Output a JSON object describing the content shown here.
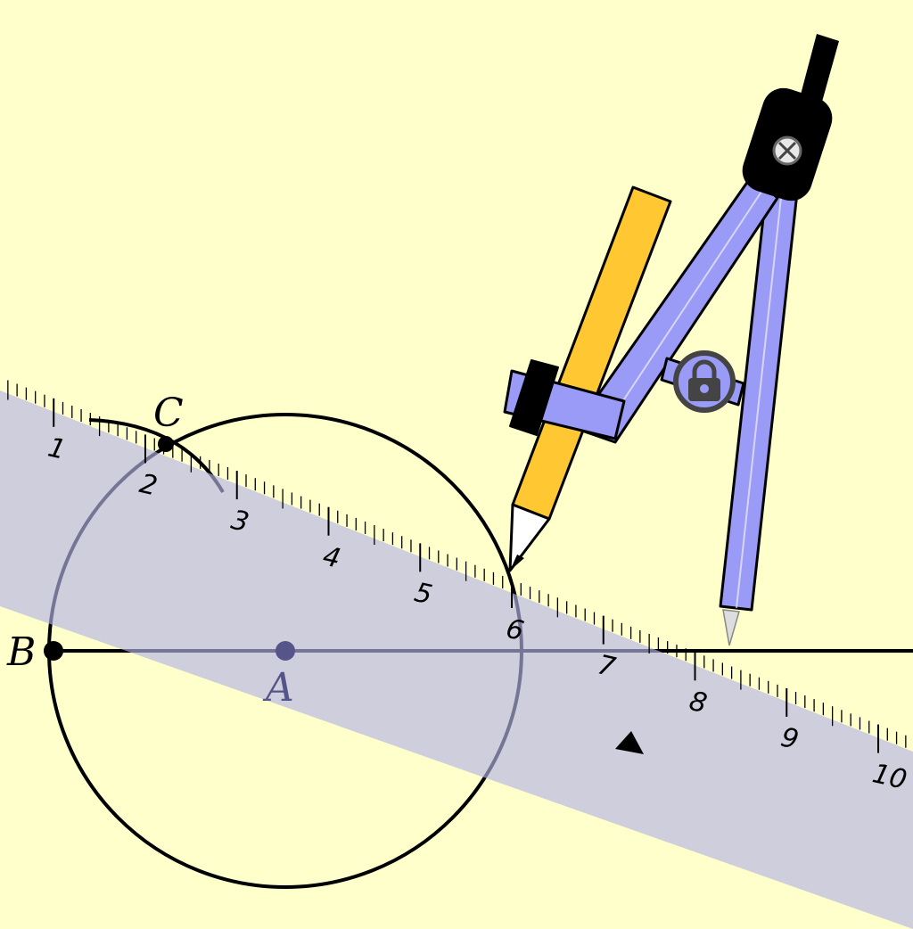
{
  "points": [
    {
      "id": "B",
      "label": "B",
      "color": "#000000"
    },
    {
      "id": "A",
      "label": "A",
      "color": "#55558a"
    },
    {
      "id": "C",
      "label": "C",
      "color": "#000000"
    }
  ],
  "ruler": {
    "numbers": [
      "1",
      "2",
      "3",
      "4",
      "5",
      "6",
      "7",
      "8",
      "9",
      "10"
    ],
    "fill": "#b4b4e6",
    "fill_opacity": 0.65
  },
  "colors": {
    "background": "#ffffcc",
    "compass": "#9a9af7",
    "pencil": "#ffc832",
    "construction": "#000000"
  },
  "icons": {
    "lock": "lock-icon",
    "screw": "screw-icon",
    "play": "play-triangle-icon"
  }
}
